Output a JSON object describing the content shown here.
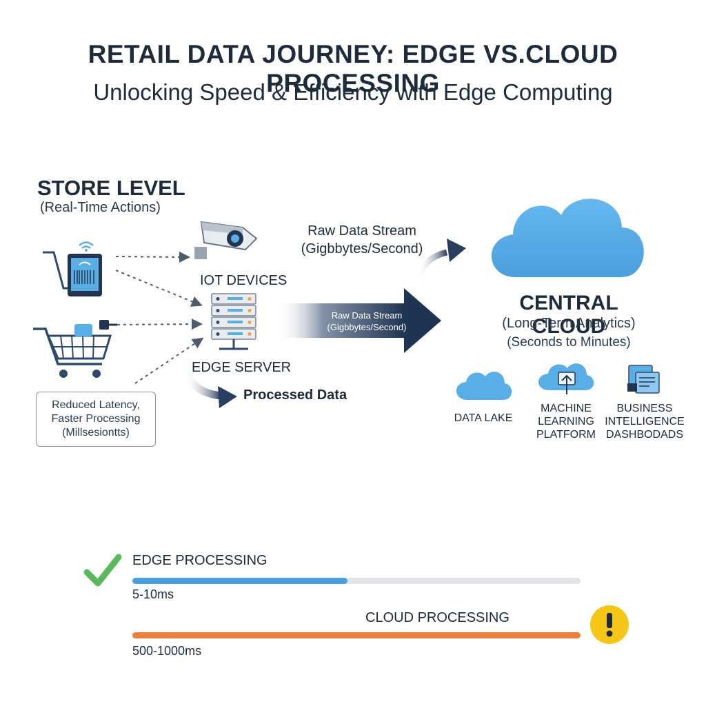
{
  "header": {
    "title": "RETAIL DATA JOURNEY: EDGE VS.CLOUD PROCESSING",
    "subtitle": "Unlocking Speed & Efficiency with Edge Computing"
  },
  "store": {
    "heading": "STORE LEVEL",
    "subheading": "(Real-Time Actions)",
    "iot_label": "IOT DEVICES",
    "edge_label": "EDGE SERVER",
    "processed_label": "Processed Data",
    "latency_note": [
      "Reduced Latency,",
      "Faster Processing",
      "(Millsesiontts)"
    ]
  },
  "stream": {
    "upper_line1": "Raw Data Stream",
    "upper_line2": "(Gigbbytes/Second)",
    "arrow_line1": "Raw Data Stream",
    "arrow_line2": "(Gigbbytes/Second)"
  },
  "cloud": {
    "title": "CENTRAL CLOUD",
    "subtitle": "(Long-Term Analytics)",
    "latency": "(Seconds to Minutes)",
    "services": [
      {
        "lines": [
          "DATA LAKE"
        ],
        "icon": "cloud-icon"
      },
      {
        "lines": [
          "MACHINE",
          "LEARNING",
          "PLATFORM"
        ],
        "icon": "cloud-upload-icon"
      },
      {
        "lines": [
          "BUSINESS",
          "INTELLIGENCE",
          "DASHBODADS"
        ],
        "icon": "dashboard-icon"
      }
    ]
  },
  "comparison": {
    "edge": {
      "label": "EDGE PROCESSING",
      "value": "5-10ms",
      "fill_fraction": 0.48,
      "color": "#4a9fdc",
      "status_icon": "checkmark-icon"
    },
    "cloud": {
      "label": "CLOUD PROCESSING",
      "value": "500-1000ms",
      "fill_fraction": 1.0,
      "color": "#ee7f3b",
      "status_icon": "warning-icon"
    }
  },
  "colors": {
    "navy": "#23344f",
    "cloud_blue": "#5aaee6",
    "check_green": "#5cb85c",
    "warning_yellow": "#f5c518"
  }
}
